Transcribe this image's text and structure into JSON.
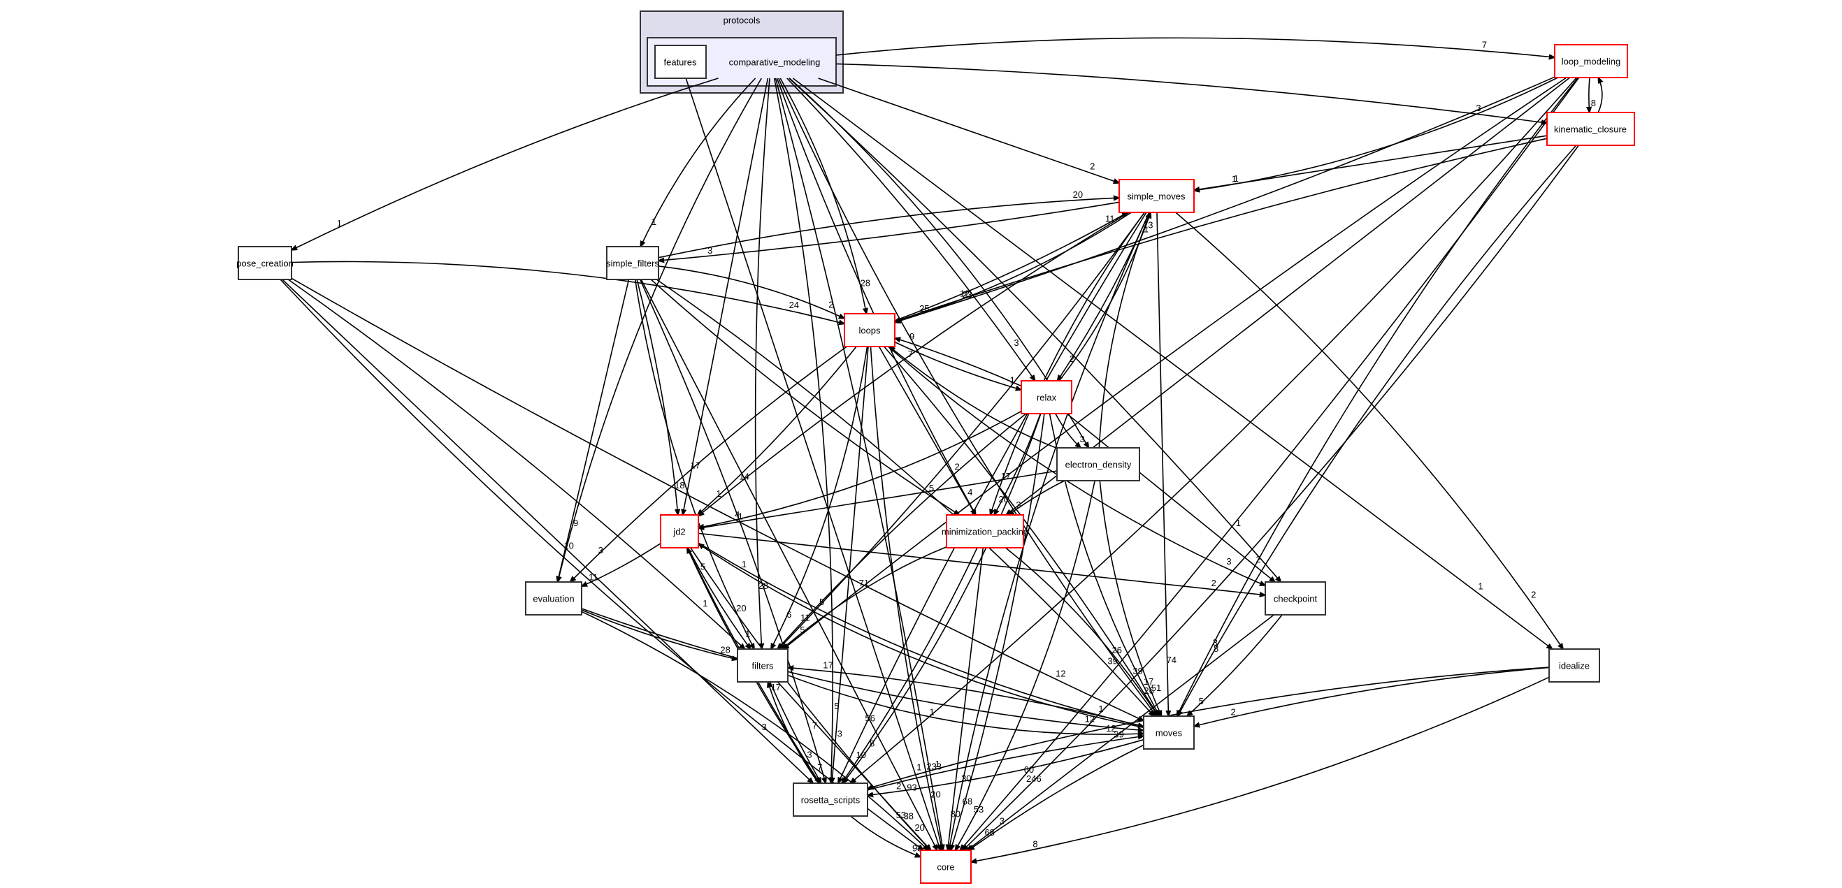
{
  "graph": {
    "title": "protocols",
    "cluster": {
      "label": "protocols",
      "inner_label": "comparative_modeling",
      "inner_children": [
        "features"
      ]
    },
    "colors": {
      "cluster_outer_fill": "#ddddee",
      "cluster_inner_fill": "#eeeeff",
      "node_border": "#333333",
      "node_border_highlight": "#ff0000",
      "edge": "#000000",
      "background": "#ffffff"
    },
    "nodes": [
      {
        "id": "features",
        "label": "features",
        "style": "plain"
      },
      {
        "id": "comparative_modeling",
        "label": "comparative_modeling",
        "style": "cluster"
      },
      {
        "id": "loop_modeling",
        "label": "loop_modeling",
        "style": "red"
      },
      {
        "id": "kinematic_closure",
        "label": "kinematic_closure",
        "style": "red"
      },
      {
        "id": "simple_moves",
        "label": "simple_moves",
        "style": "red"
      },
      {
        "id": "pose_creation",
        "label": "pose_creation",
        "style": "plain"
      },
      {
        "id": "simple_filters",
        "label": "simple_filters",
        "style": "plain"
      },
      {
        "id": "loops",
        "label": "loops",
        "style": "red"
      },
      {
        "id": "relax",
        "label": "relax",
        "style": "red"
      },
      {
        "id": "electron_density",
        "label": "electron_density",
        "style": "plain"
      },
      {
        "id": "jd2",
        "label": "jd2",
        "style": "red"
      },
      {
        "id": "minimization_packing",
        "label": "minimization_packing",
        "style": "red"
      },
      {
        "id": "evaluation",
        "label": "evaluation",
        "style": "plain"
      },
      {
        "id": "checkpoint",
        "label": "checkpoint",
        "style": "plain"
      },
      {
        "id": "filters",
        "label": "filters",
        "style": "plain"
      },
      {
        "id": "idealize",
        "label": "idealize",
        "style": "plain"
      },
      {
        "id": "moves",
        "label": "moves",
        "style": "plain"
      },
      {
        "id": "rosetta_scripts",
        "label": "rosetta_scripts",
        "style": "plain"
      },
      {
        "id": "core",
        "label": "core",
        "style": "red"
      }
    ],
    "edges": [
      {
        "from": "comparative_modeling",
        "to": "loop_modeling",
        "label": "7"
      },
      {
        "from": "comparative_modeling",
        "to": "kinematic_closure",
        "label": "3"
      },
      {
        "from": "comparative_modeling",
        "to": "simple_moves",
        "label": "2"
      },
      {
        "from": "comparative_modeling",
        "to": "pose_creation",
        "label": "1"
      },
      {
        "from": "comparative_modeling",
        "to": "simple_filters",
        "label": "1"
      },
      {
        "from": "comparative_modeling",
        "to": "loops",
        "label": "28"
      },
      {
        "from": "comparative_modeling",
        "to": "relax",
        "label": "3"
      },
      {
        "from": "comparative_modeling",
        "to": "jd2",
        "label": "17"
      },
      {
        "from": "comparative_modeling",
        "to": "minimization_packing",
        "label": "2"
      },
      {
        "from": "comparative_modeling",
        "to": "evaluation",
        "label": "9"
      },
      {
        "from": "comparative_modeling",
        "to": "electron_density",
        "label": "1"
      },
      {
        "from": "comparative_modeling",
        "to": "checkpoint",
        "label": "1"
      },
      {
        "from": "comparative_modeling",
        "to": "idealize",
        "label": "1"
      },
      {
        "from": "comparative_modeling",
        "to": "filters",
        "label": "28"
      },
      {
        "from": "comparative_modeling",
        "to": "moves",
        "label": "26"
      },
      {
        "from": "comparative_modeling",
        "to": "rosetta_scripts",
        "label": "5"
      },
      {
        "from": "comparative_modeling",
        "to": "core",
        "label": "233"
      },
      {
        "from": "features",
        "to": "core",
        "label": "1"
      },
      {
        "from": "loop_modeling",
        "to": "kinematic_closure",
        "label": "8"
      },
      {
        "from": "kinematic_closure",
        "to": "loop_modeling",
        "label": "1"
      },
      {
        "from": "loop_modeling",
        "to": "simple_moves",
        "label": "1"
      },
      {
        "from": "loop_modeling",
        "to": "loops",
        "label": "23"
      },
      {
        "from": "loop_modeling",
        "to": "minimization_packing",
        "label": "5"
      },
      {
        "from": "loop_modeling",
        "to": "filters",
        "label": "71"
      },
      {
        "from": "loop_modeling",
        "to": "moves",
        "label": "3"
      },
      {
        "from": "loop_modeling",
        "to": "rosetta_scripts",
        "label": "1"
      },
      {
        "from": "loop_modeling",
        "to": "core",
        "label": "60"
      },
      {
        "from": "kinematic_closure",
        "to": "simple_moves",
        "label": "1"
      },
      {
        "from": "kinematic_closure",
        "to": "loops",
        "label": "12"
      },
      {
        "from": "kinematic_closure",
        "to": "moves",
        "label": "8"
      },
      {
        "from": "kinematic_closure",
        "to": "core",
        "label": "246"
      },
      {
        "from": "simple_filters",
        "to": "simple_moves",
        "label": "20"
      },
      {
        "from": "simple_moves",
        "to": "simple_filters",
        "label": "3"
      },
      {
        "from": "loops",
        "to": "simple_moves",
        "label": "11"
      },
      {
        "from": "relax",
        "to": "simple_moves",
        "label": "13"
      },
      {
        "from": "electron_density",
        "to": "simple_moves",
        "label": "1"
      },
      {
        "from": "simple_moves",
        "to": "loops",
        "label": "25"
      },
      {
        "from": "simple_moves",
        "to": "relax",
        "label": "2"
      },
      {
        "from": "simple_moves",
        "to": "jd2",
        "label": "14"
      },
      {
        "from": "simple_moves",
        "to": "minimization_packing",
        "label": "17"
      },
      {
        "from": "simple_moves",
        "to": "idealize",
        "label": "2"
      },
      {
        "from": "simple_moves",
        "to": "filters",
        "label": "5"
      },
      {
        "from": "simple_moves",
        "to": "moves",
        "label": "74"
      },
      {
        "from": "simple_moves",
        "to": "rosetta_scripts",
        "label": "56"
      },
      {
        "from": "simple_moves",
        "to": "core",
        "label": "30"
      },
      {
        "from": "pose_creation",
        "to": "loops",
        "label": "24"
      },
      {
        "from": "pose_creation",
        "to": "filters",
        "label": "1"
      },
      {
        "from": "pose_creation",
        "to": "rosetta_scripts",
        "label": "3"
      },
      {
        "from": "pose_creation",
        "to": "moves",
        "label": "12"
      },
      {
        "from": "pose_creation",
        "to": "core",
        "label": "38"
      },
      {
        "from": "simple_filters",
        "to": "loops",
        "label": "2"
      },
      {
        "from": "simple_filters",
        "to": "jd2",
        "label": "18"
      },
      {
        "from": "simple_filters",
        "to": "evaluation",
        "label": "10"
      },
      {
        "from": "simple_filters",
        "to": "minimization_packing",
        "label": "5"
      },
      {
        "from": "simple_filters",
        "to": "filters",
        "label": "20"
      },
      {
        "from": "simple_filters",
        "to": "moves",
        "label": "39"
      },
      {
        "from": "simple_filters",
        "to": "rosetta_scripts",
        "label": "7"
      },
      {
        "from": "simple_filters",
        "to": "core",
        "label": "93"
      },
      {
        "from": "loops",
        "to": "relax",
        "label": "1"
      },
      {
        "from": "relax",
        "to": "loops",
        "label": "9"
      },
      {
        "from": "electron_density",
        "to": "loops",
        "label": "7"
      },
      {
        "from": "loops",
        "to": "jd2",
        "label": "1"
      },
      {
        "from": "loops",
        "to": "minimization_packing",
        "label": "4"
      },
      {
        "from": "loops",
        "to": "evaluation",
        "label": "3"
      },
      {
        "from": "loops",
        "to": "checkpoint",
        "label": "3"
      },
      {
        "from": "loops",
        "to": "filters",
        "label": "6"
      },
      {
        "from": "loops",
        "to": "moves",
        "label": "39"
      },
      {
        "from": "loops",
        "to": "rosetta_scripts",
        "label": "3"
      },
      {
        "from": "loops",
        "to": "core",
        "label": "20"
      },
      {
        "from": "relax",
        "to": "electron_density",
        "label": "3"
      },
      {
        "from": "relax",
        "to": "jd2",
        "label": "4"
      },
      {
        "from": "relax",
        "to": "minimization_packing",
        "label": "20"
      },
      {
        "from": "relax",
        "to": "checkpoint",
        "label": "2"
      },
      {
        "from": "relax",
        "to": "filters",
        "label": "11"
      },
      {
        "from": "relax",
        "to": "moves",
        "label": "17"
      },
      {
        "from": "relax",
        "to": "rosetta_scripts",
        "label": "8"
      },
      {
        "from": "relax",
        "to": "core",
        "label": "68"
      },
      {
        "from": "electron_density",
        "to": "jd2",
        "label": "1"
      },
      {
        "from": "electron_density",
        "to": "minimization_packing",
        "label": "3"
      },
      {
        "from": "electron_density",
        "to": "moves",
        "label": "51"
      },
      {
        "from": "electron_density",
        "to": "core",
        "label": "53"
      },
      {
        "from": "jd2",
        "to": "evaluation",
        "label": "11"
      },
      {
        "from": "jd2",
        "to": "checkpoint",
        "label": "2"
      },
      {
        "from": "jd2",
        "to": "filters",
        "label": "1"
      },
      {
        "from": "jd2",
        "to": "moves",
        "label": "1"
      },
      {
        "from": "moves",
        "to": "jd2",
        "label": "1"
      },
      {
        "from": "rosetta_scripts",
        "to": "jd2",
        "label": "5"
      },
      {
        "from": "jd2",
        "to": "rosetta_scripts",
        "label": "3"
      },
      {
        "from": "jd2",
        "to": "core",
        "label": "38"
      },
      {
        "from": "minimization_packing",
        "to": "filters",
        "label": "5"
      },
      {
        "from": "minimization_packing",
        "to": "moves",
        "label": "26"
      },
      {
        "from": "minimization_packing",
        "to": "rosetta_scripts",
        "label": "10"
      },
      {
        "from": "minimization_packing",
        "to": "core",
        "label": "80"
      },
      {
        "from": "evaluation",
        "to": "filters",
        "label": "28"
      },
      {
        "from": "evaluation",
        "to": "moves",
        "label": "12"
      },
      {
        "from": "evaluation",
        "to": "core",
        "label": "53"
      },
      {
        "from": "checkpoint",
        "to": "moves",
        "label": "5"
      },
      {
        "from": "checkpoint",
        "to": "core",
        "label": "3"
      },
      {
        "from": "moves",
        "to": "filters",
        "label": "17"
      },
      {
        "from": "filters",
        "to": "moves",
        "label": "12"
      },
      {
        "from": "rosetta_scripts",
        "to": "filters",
        "label": "17"
      },
      {
        "from": "filters",
        "to": "rosetta_scripts",
        "label": "7"
      },
      {
        "from": "filters",
        "to": "core",
        "label": "20"
      },
      {
        "from": "idealize",
        "to": "moves",
        "label": "2"
      },
      {
        "from": "idealize",
        "to": "rosetta_scripts",
        "label": "1"
      },
      {
        "from": "idealize",
        "to": "core",
        "label": "8"
      },
      {
        "from": "moves",
        "to": "rosetta_scripts",
        "label": "2"
      },
      {
        "from": "rosetta_scripts",
        "to": "moves",
        "label": "39"
      },
      {
        "from": "moves",
        "to": "core",
        "label": "68"
      },
      {
        "from": "rosetta_scripts",
        "to": "core",
        "label": "93"
      }
    ]
  }
}
